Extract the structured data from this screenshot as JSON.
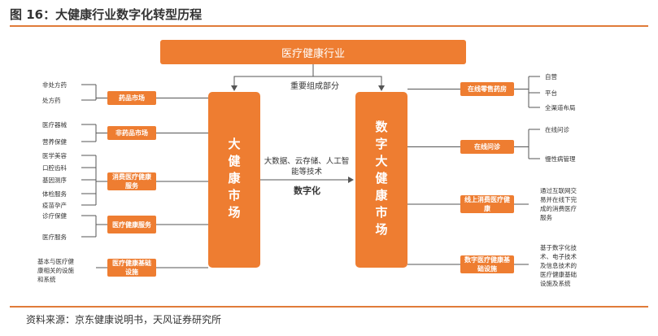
{
  "figure_title": "图 16：大健康行业数字化转型历程",
  "source": "资料来源：京东健康说明书，天风证券研究所",
  "top_box": "医疗健康行业",
  "left_market": "大健康市场",
  "right_market": "数字大健康市场",
  "top_note": "重要组成部分",
  "middle_note": "大数据、云存储、人工智能等技术",
  "middle_label": "数字化",
  "left_groups": [
    {
      "label": "药品市场",
      "items": [
        "非处方药",
        "处方药"
      ]
    },
    {
      "label": "非药品市场",
      "items": [
        "医疗器械",
        "营养保健"
      ]
    },
    {
      "label": "消费医疗健康服务",
      "items": [
        "医学美容",
        "口腔齿科",
        "基因测序",
        "体检服务",
        "疫苗孕产"
      ]
    },
    {
      "label": "医疗健康服务",
      "items": [
        "诊疗保健",
        "医疗服务"
      ]
    },
    {
      "label": "医疗健康基础设施",
      "items": [
        "基本与医疗健康相关的设施和系统"
      ]
    }
  ],
  "right_groups": [
    {
      "label": "在线零售药房",
      "items": [
        "自营",
        "平台",
        "全渠道布局"
      ]
    },
    {
      "label": "在线问诊",
      "items": [
        "在线问诊",
        "慢性病管理"
      ]
    },
    {
      "label": "线上消费医疗健康",
      "items": [
        "通过互联网交易并在线下完成的消费医疗服务"
      ]
    },
    {
      "label": "数字医疗健康基础设施",
      "items": [
        "基于数字化技术、电子技术及信息技术的医疗健康基础设施及系统"
      ]
    }
  ],
  "colors": {
    "accent": "#ee7d31",
    "line": "#e07b39",
    "text": "#333333"
  }
}
